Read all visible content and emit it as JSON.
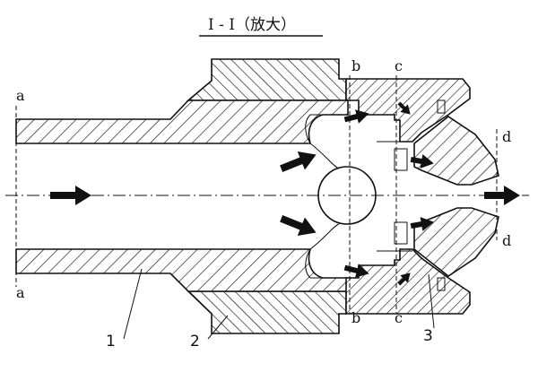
{
  "title": "I - I（放大）",
  "section_labels": {
    "a": "a",
    "b": "b",
    "c": "c",
    "d": "d"
  },
  "part_labels": [
    "1",
    "2",
    "3"
  ]
}
